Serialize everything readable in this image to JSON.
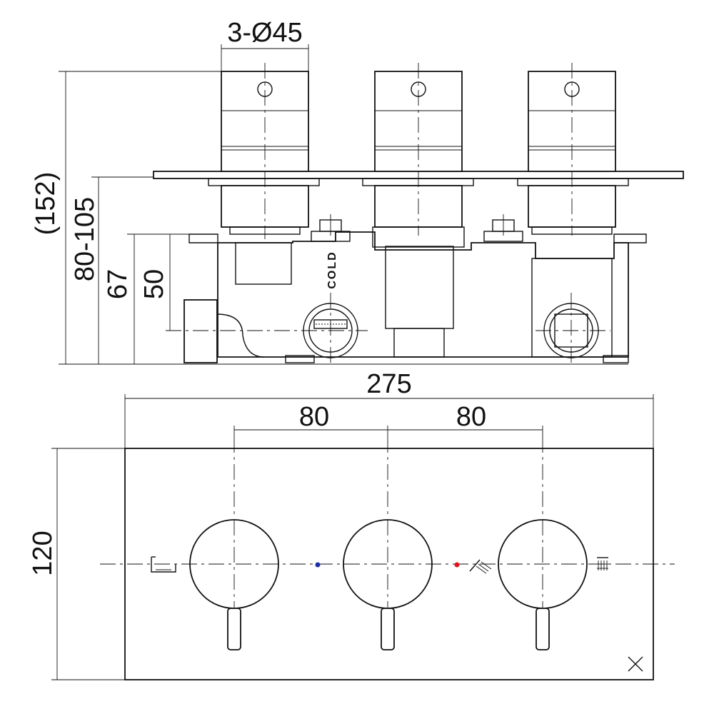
{
  "dimensions": {
    "diameter": "3-Ø45",
    "overall_height": "(152)",
    "depth_range": "80-105",
    "depth_67": "67",
    "depth_50": "50",
    "width_275": "275",
    "spacing_left": "80",
    "spacing_right": "80",
    "height_120": "120"
  },
  "labels": {
    "cold": "COLD"
  },
  "colors": {
    "line": "#111111",
    "cold_indicator": "#1f2fa8",
    "hot_indicator": "#e0141b",
    "background": "#ffffff"
  },
  "icons": {
    "left_outlet": "bath-spout-icon",
    "middle_outlet": "hand-shower-icon",
    "right_outlet": "overhead-shower-icon",
    "brand": "brand-cross-icon"
  }
}
